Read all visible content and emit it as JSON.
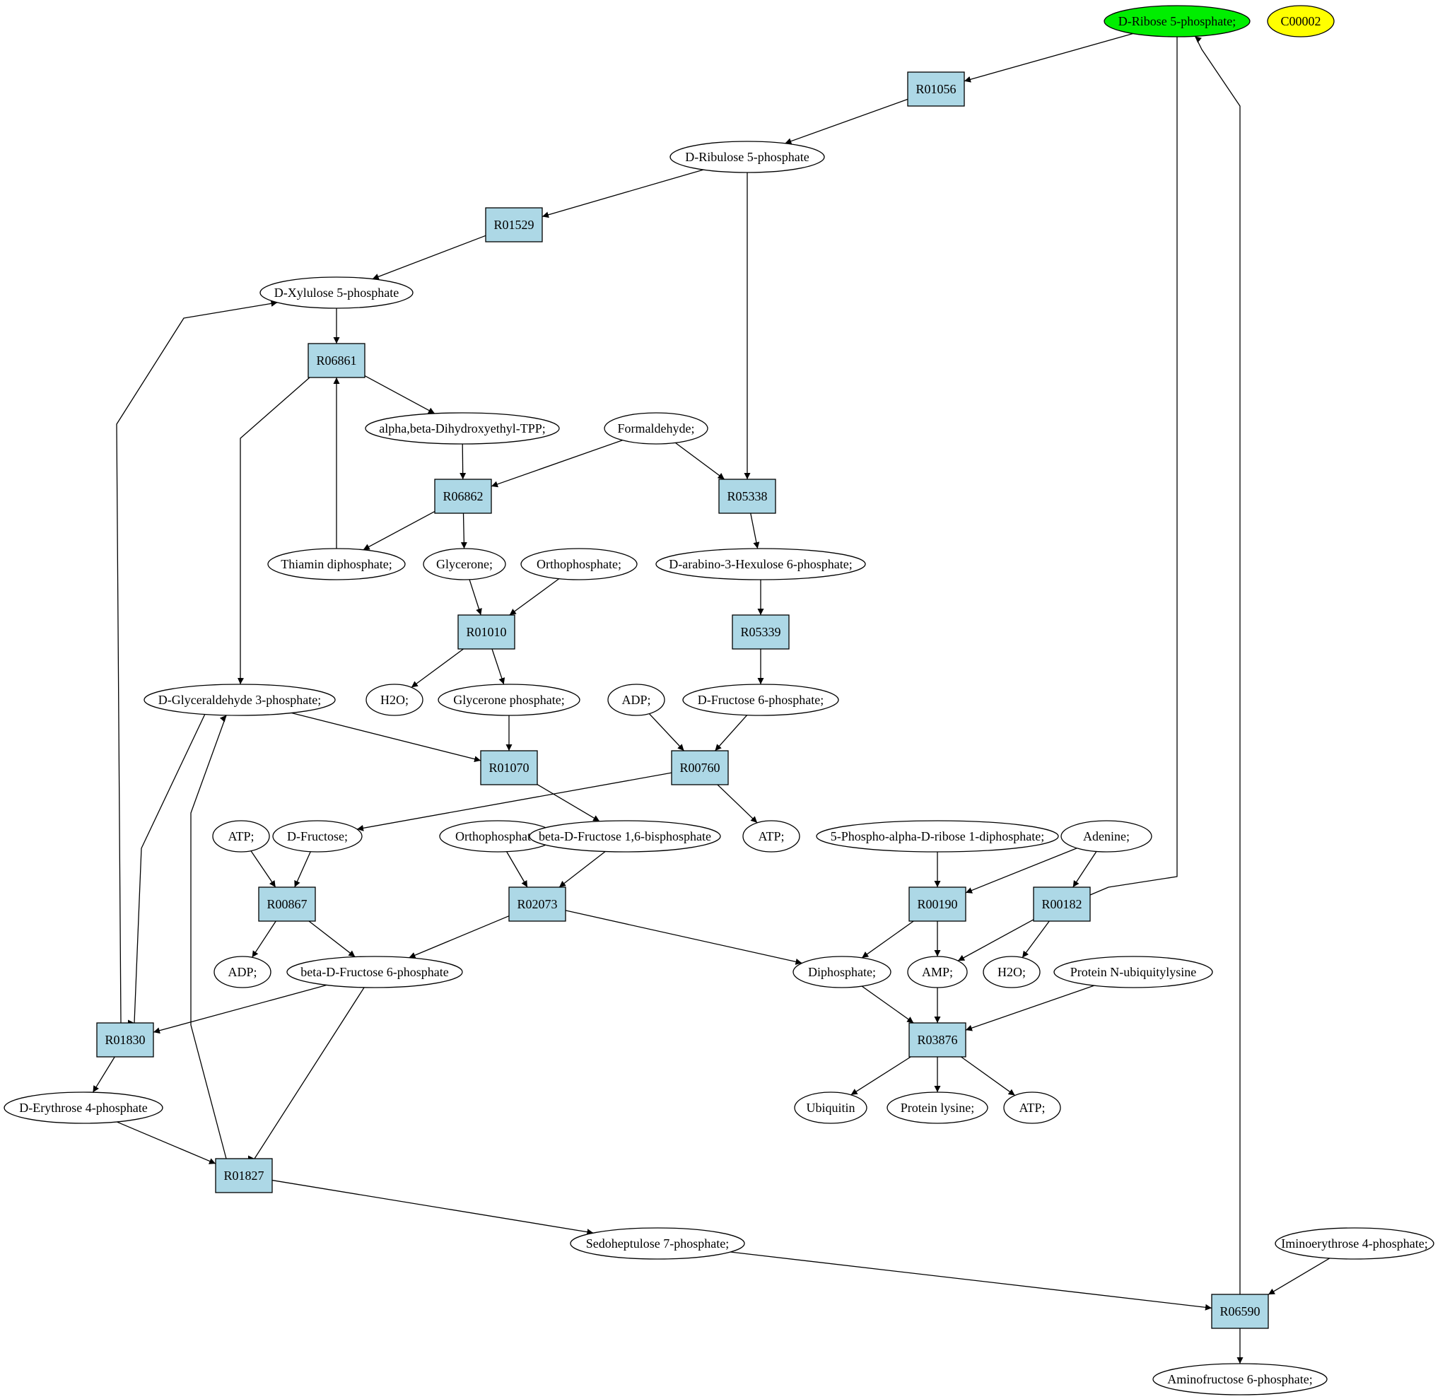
{
  "colors": {
    "reaction_fill": "#add8e6",
    "compound_fill": "#ffffff",
    "start_compound_fill": "#00ee00",
    "highlight_compound_fill": "#ffff00",
    "stroke": "#000000"
  },
  "compounds": [
    {
      "id": "ribose5p",
      "label": "D-Ribose 5-phosphate;",
      "fill": "#00ee00"
    },
    {
      "id": "c00002",
      "label": "C00002",
      "fill": "#ffff00"
    },
    {
      "id": "ribulose5p",
      "label": "D-Ribulose 5-phosphate"
    },
    {
      "id": "xylulose5p",
      "label": "D-Xylulose 5-phosphate"
    },
    {
      "id": "dihydroxyethyltpp",
      "label": "alpha,beta-Dihydroxyethyl-TPP;"
    },
    {
      "id": "formaldehyde",
      "label": "Formaldehyde;"
    },
    {
      "id": "thiamin",
      "label": "Thiamin diphosphate;"
    },
    {
      "id": "glycerone",
      "label": "Glycerone;"
    },
    {
      "id": "ortho1",
      "label": "Orthophosphate;"
    },
    {
      "id": "hexulose6p",
      "label": "D-arabino-3-Hexulose 6-phosphate;"
    },
    {
      "id": "gap",
      "label": "D-Glyceraldehyde 3-phosphate;"
    },
    {
      "id": "h2o1",
      "label": "H2O;"
    },
    {
      "id": "glyceronep",
      "label": "Glycerone phosphate;"
    },
    {
      "id": "adp1",
      "label": "ADP;"
    },
    {
      "id": "fructose6p",
      "label": "D-Fructose 6-phosphate;"
    },
    {
      "id": "atp1",
      "label": "ATP;"
    },
    {
      "id": "dfructose",
      "label": "D-Fructose;"
    },
    {
      "id": "ortho2",
      "label": "Orthophosphate;"
    },
    {
      "id": "fbp",
      "label": "beta-D-Fructose 1,6-bisphosphate"
    },
    {
      "id": "atp2",
      "label": "ATP;"
    },
    {
      "id": "prpp",
      "label": "5-Phospho-alpha-D-ribose 1-diphosphate;"
    },
    {
      "id": "adenine",
      "label": "Adenine;"
    },
    {
      "id": "adp2",
      "label": "ADP;"
    },
    {
      "id": "bf6p",
      "label": "beta-D-Fructose 6-phosphate"
    },
    {
      "id": "diphosphate",
      "label": "Diphosphate;"
    },
    {
      "id": "amp",
      "label": "AMP;"
    },
    {
      "id": "h2o2",
      "label": "H2O;"
    },
    {
      "id": "protubiq",
      "label": "Protein N-ubiquitylysine"
    },
    {
      "id": "erythrose4p",
      "label": "D-Erythrose 4-phosphate"
    },
    {
      "id": "ubiquitin",
      "label": "Ubiquitin"
    },
    {
      "id": "protlys",
      "label": "Protein lysine;"
    },
    {
      "id": "atp3",
      "label": "ATP;"
    },
    {
      "id": "sedo7p",
      "label": "Sedoheptulose 7-phosphate;"
    },
    {
      "id": "iminoery4p",
      "label": "Iminoerythrose 4-phosphate;"
    },
    {
      "id": "aminofru6p",
      "label": "Aminofructose 6-phosphate;"
    }
  ],
  "reactions": [
    {
      "id": "R01056",
      "label": "R01056"
    },
    {
      "id": "R01529",
      "label": "R01529"
    },
    {
      "id": "R06861",
      "label": "R06861"
    },
    {
      "id": "R06862",
      "label": "R06862"
    },
    {
      "id": "R05338",
      "label": "R05338"
    },
    {
      "id": "R01010",
      "label": "R01010"
    },
    {
      "id": "R05339",
      "label": "R05339"
    },
    {
      "id": "R01070",
      "label": "R01070"
    },
    {
      "id": "R00760",
      "label": "R00760"
    },
    {
      "id": "R00867",
      "label": "R00867"
    },
    {
      "id": "R02073",
      "label": "R02073"
    },
    {
      "id": "R00190",
      "label": "R00190"
    },
    {
      "id": "R00182",
      "label": "R00182"
    },
    {
      "id": "R01830",
      "label": "R01830"
    },
    {
      "id": "R03876",
      "label": "R03876"
    },
    {
      "id": "R01827",
      "label": "R01827"
    },
    {
      "id": "R06590",
      "label": "R06590"
    }
  ],
  "edges": [
    {
      "from": "ribose5p",
      "to": "R01056"
    },
    {
      "from": "R01056",
      "to": "ribulose5p"
    },
    {
      "from": "ribulose5p",
      "to": "R01529"
    },
    {
      "from": "ribulose5p",
      "to": "R05338"
    },
    {
      "from": "R01529",
      "to": "xylulose5p"
    },
    {
      "from": "xylulose5p",
      "to": "R06861"
    },
    {
      "from": "R06861",
      "to": "dihydroxyethyltpp"
    },
    {
      "from": "R06861",
      "to": "gap"
    },
    {
      "from": "thiamin",
      "to": "R06861"
    },
    {
      "from": "dihydroxyethyltpp",
      "to": "R06862"
    },
    {
      "from": "formaldehyde",
      "to": "R06862"
    },
    {
      "from": "formaldehyde",
      "to": "R05338"
    },
    {
      "from": "R06862",
      "to": "thiamin"
    },
    {
      "from": "R06862",
      "to": "glycerone"
    },
    {
      "from": "R05338",
      "to": "hexulose6p"
    },
    {
      "from": "glycerone",
      "to": "R01010"
    },
    {
      "from": "ortho1",
      "to": "R01010"
    },
    {
      "from": "hexulose6p",
      "to": "R05339"
    },
    {
      "from": "R01010",
      "to": "h2o1"
    },
    {
      "from": "R01010",
      "to": "glyceronep"
    },
    {
      "from": "R05339",
      "to": "fructose6p"
    },
    {
      "from": "gap",
      "to": "R01070"
    },
    {
      "from": "gap",
      "to": "R01830"
    },
    {
      "from": "glyceronep",
      "to": "R01070"
    },
    {
      "from": "adp1",
      "to": "R00760"
    },
    {
      "from": "fructose6p",
      "to": "R00760"
    },
    {
      "from": "R00760",
      "to": "dfructose"
    },
    {
      "from": "R00760",
      "to": "atp2"
    },
    {
      "from": "R01070",
      "to": "fbp"
    },
    {
      "from": "atp1",
      "to": "R00867"
    },
    {
      "from": "dfructose",
      "to": "R00867"
    },
    {
      "from": "ortho2",
      "to": "R02073"
    },
    {
      "from": "fbp",
      "to": "R02073"
    },
    {
      "from": "prpp",
      "to": "R00190"
    },
    {
      "from": "adenine",
      "to": "R00190"
    },
    {
      "from": "adenine",
      "to": "R00182"
    },
    {
      "from": "ribose5p",
      "to": "R00182"
    },
    {
      "from": "R00867",
      "to": "adp2"
    },
    {
      "from": "R00867",
      "to": "bf6p"
    },
    {
      "from": "R02073",
      "to": "bf6p"
    },
    {
      "from": "R02073",
      "to": "diphosphate"
    },
    {
      "from": "R00190",
      "to": "diphosphate"
    },
    {
      "from": "R00190",
      "to": "amp"
    },
    {
      "from": "R00182",
      "to": "amp"
    },
    {
      "from": "R00182",
      "to": "h2o2"
    },
    {
      "from": "bf6p",
      "to": "R01830"
    },
    {
      "from": "bf6p",
      "to": "R01827"
    },
    {
      "from": "diphosphate",
      "to": "R03876"
    },
    {
      "from": "amp",
      "to": "R03876"
    },
    {
      "from": "protubiq",
      "to": "R03876"
    },
    {
      "from": "R01830",
      "to": "xylulose5p"
    },
    {
      "from": "R01830",
      "to": "erythrose4p"
    },
    {
      "from": "R03876",
      "to": "ubiquitin"
    },
    {
      "from": "R03876",
      "to": "protlys"
    },
    {
      "from": "R03876",
      "to": "atp3"
    },
    {
      "from": "erythrose4p",
      "to": "R01827"
    },
    {
      "from": "R01827",
      "to": "gap"
    },
    {
      "from": "R01827",
      "to": "sedo7p"
    },
    {
      "from": "sedo7p",
      "to": "R06590"
    },
    {
      "from": "iminoery4p",
      "to": "R06590"
    },
    {
      "from": "R06590",
      "to": "ribose5p"
    },
    {
      "from": "R06590",
      "to": "aminofru6p"
    }
  ]
}
